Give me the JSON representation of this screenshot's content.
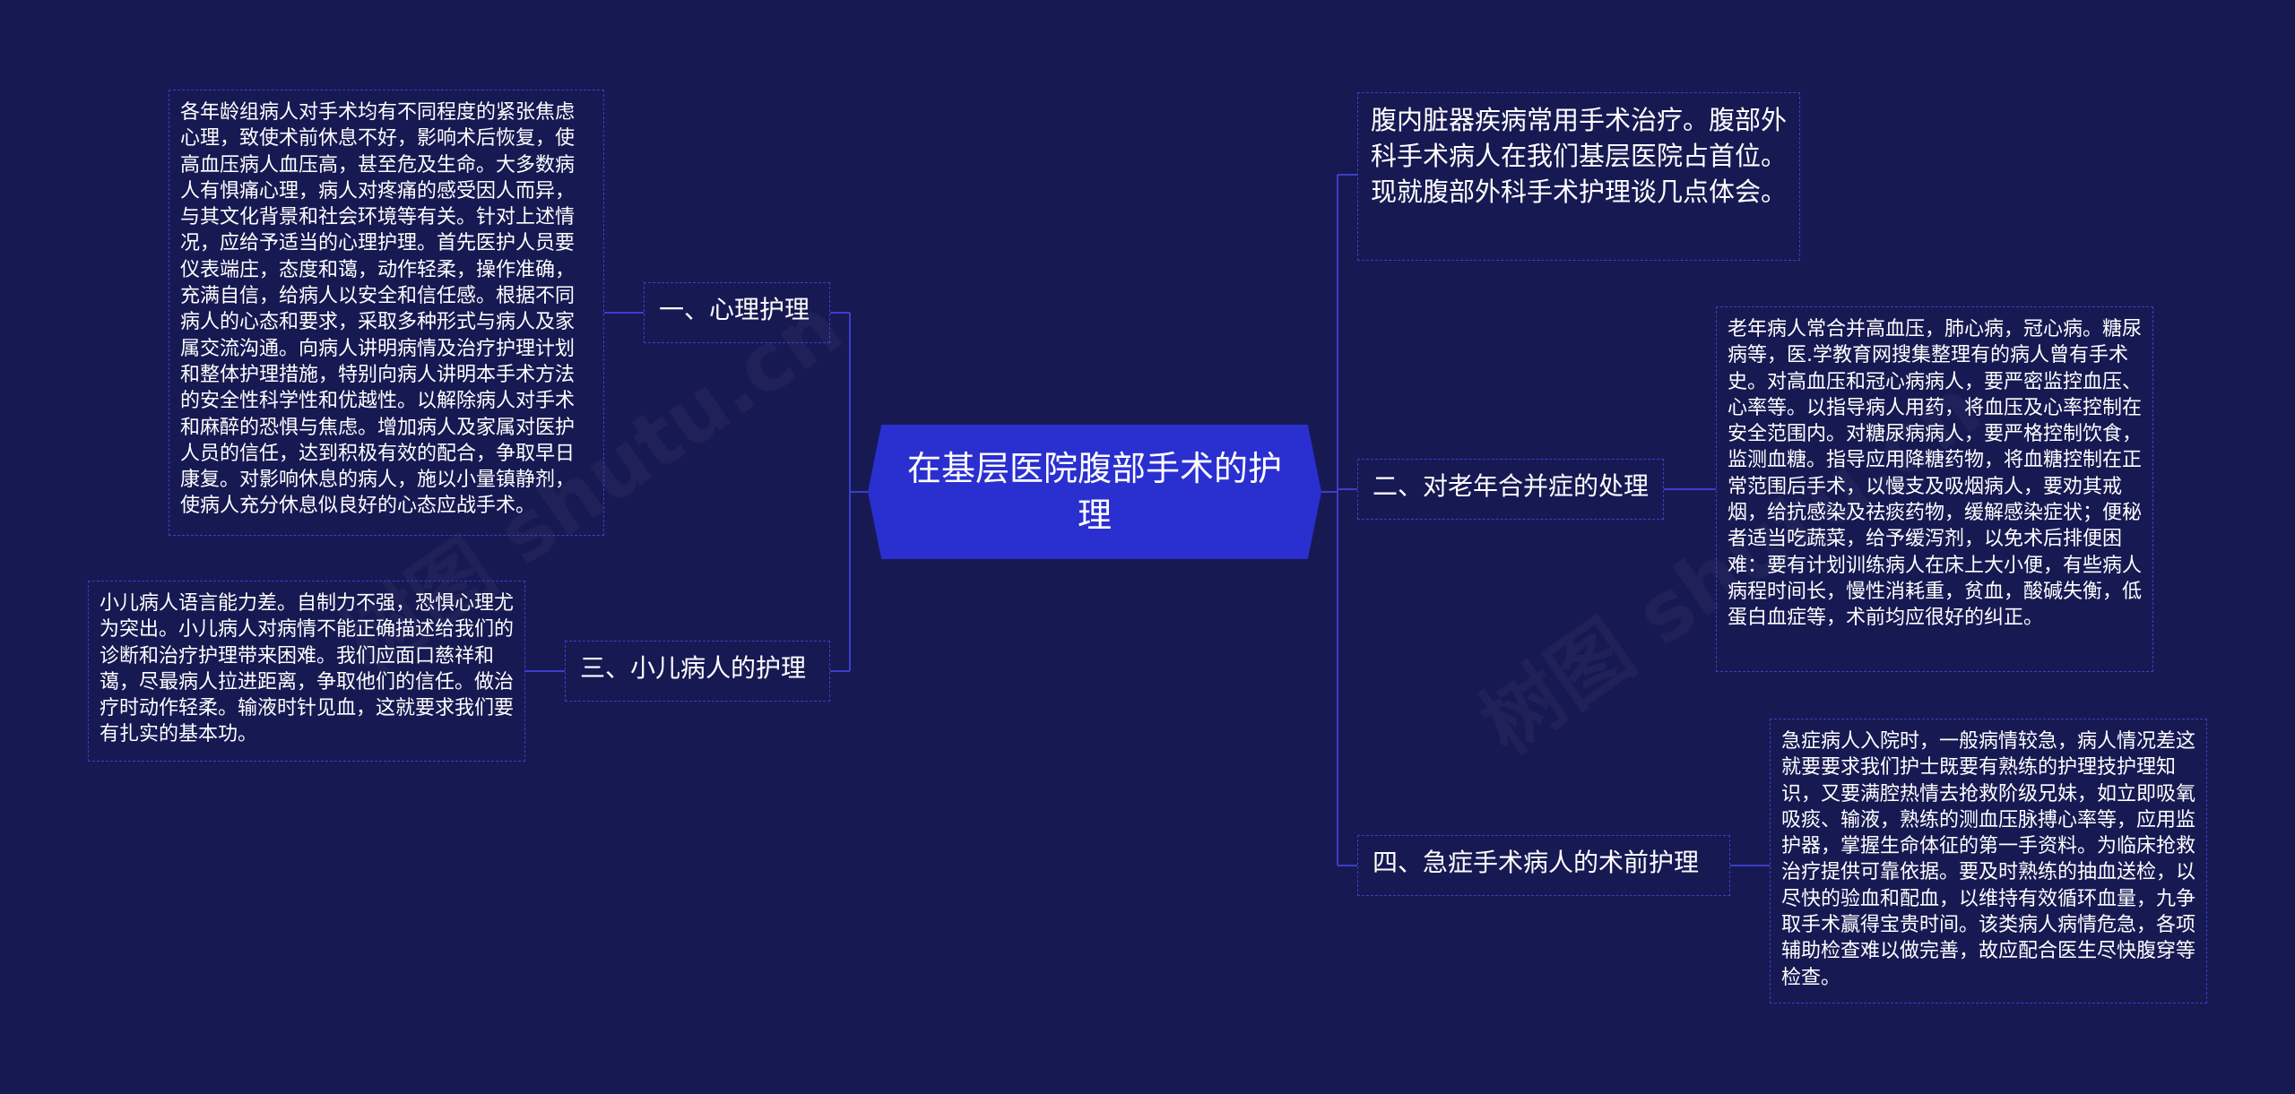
{
  "central": {
    "title": "在基层医院腹部手术的护理"
  },
  "intro": {
    "text": "腹内脏器疾病常用手术治疗。腹部外科手术病人在我们基层医院占首位。现就腹部外科手术护理谈几点体会。"
  },
  "branches": [
    {
      "label": "一、心理护理",
      "detail": "各年龄组病人对手术均有不同程度的紧张焦虑心理，致使术前休息不好，影响术后恢复，使高血压病人血压高，甚至危及生命。大多数病人有惧痛心理，病人对疼痛的感受因人而异，与其文化背景和社会环境等有关。针对上述情况，应给予适当的心理护理。首先医护人员要仪表端庄，态度和蔼，动作轻柔，操作准确，充满自信，给病人以安全和信任感。根据不同病人的心态和要求，采取多种形式与病人及家属交流沟通。向病人讲明病情及治疗护理计划和整体护理措施，特别向病人讲明本手术方法的安全性科学性和优越性。以解除病人对手术和麻醉的恐惧与焦虑。增加病人及家属对医护人员的信任，达到积极有效的配合，争取早日康复。对影响休息的病人，施以小量镇静剂，使病人充分休息似良好的心态应战手术。"
    },
    {
      "label": "二、对老年合并症的处理",
      "detail": "老年病人常合并高血压，肺心病，冠心病。糖尿病等，医.学教育网搜集整理有的病人曾有手术史。对高血压和冠心病病人，要严密监控血压、心率等。以指导病人用药，将血压及心率控制在安全范围内。对糖尿病病人，要严格控制饮食，监测血糖。指导应用降糖药物，将血糖控制在正常范围后手术，以慢支及吸烟病人，要劝其戒烟，给抗感染及祛痰药物，缓解感染症状；便秘者适当吃蔬菜，给予缓泻剂，以免术后排便困难：要有计划训练病人在床上大小便，有些病人病程时间长，慢性消耗重，贫血，酸碱失衡，低蛋白血症等，术前均应很好的纠正。"
    },
    {
      "label": "三、小儿病人的护理",
      "detail": "小儿病人语言能力差。自制力不强，恐惧心理尤为突出。小儿病人对病情不能正确描述给我们的诊断和治疗护理带来困难。我们应面口慈祥和蔼，尽最病人拉进距离，争取他们的信任。做治疗时动作轻柔。输液时针见血，这就要求我们要有扎实的基本功。"
    },
    {
      "label": "四、急症手术病人的术前护理",
      "detail": "急症病人入院时，一般病情较急，病人情况差这就要要求我们护士既要有熟练的护理技护理知识，又要满腔热情去抢救阶级兄妹，如立即吸氧吸痰、输液，熟练的测血压脉搏心率等，应用监护器，掌握生命体征的第一手资料。为临床抢救治疗提供可靠依据。要及时熟练的抽血送检，以尽快的验血和配血，以维持有效循环血量，九争取手术赢得宝贵时间。该类病人病情危急，各项辅助检查难以做完善，故应配合医生尽快腹穿等检查。"
    }
  ],
  "colors": {
    "background": "#171952",
    "central_fill": "#2a2fd0",
    "line": "#3b3ec9",
    "text": "#ffffff"
  }
}
